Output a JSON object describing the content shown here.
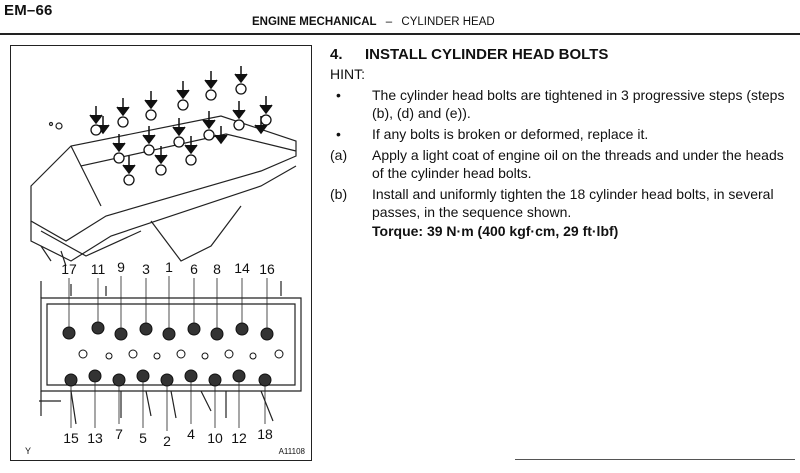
{
  "header": {
    "page_code": "EM–66",
    "section": "ENGINE MECHANICAL",
    "separator": "–",
    "subsection": "CYLINDER HEAD"
  },
  "figure": {
    "code": "A11108",
    "corner_letter": "Y",
    "top_row_numbers": [
      "17",
      "11",
      "9",
      "3",
      "1",
      "6",
      "8",
      "14",
      "16"
    ],
    "bottom_row_numbers": [
      "15",
      "13",
      "7",
      "5",
      "2",
      "4",
      "10",
      "12",
      "18"
    ]
  },
  "step": {
    "number": "4.",
    "title": "INSTALL CYLINDER HEAD BOLTS",
    "hint_label": "HINT:",
    "bullets": [
      "The cylinder head bolts are tightened in 3 progressive steps (steps (b), (d) and (e)).",
      "If any bolts is broken or deformed, replace it."
    ],
    "sub_steps": [
      {
        "label": "(a)",
        "text": "Apply a light coat of engine oil on the threads and under the heads of the cylinder head bolts."
      },
      {
        "label": "(b)",
        "text": "Install and uniformly tighten the 18 cylinder head bolts, in several passes, in the sequence shown."
      }
    ],
    "torque": "Torque: 39 N·m (400 kgf·cm, 29 ft·lbf)"
  }
}
